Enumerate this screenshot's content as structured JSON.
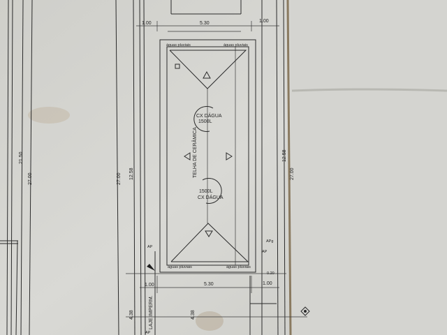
{
  "drawing": {
    "roof_label": "TELHA DE CERÂMICA",
    "rain_label": "águas pluviais",
    "tanks": [
      {
        "name": "CX DÁGUA",
        "capacity": "1500L"
      },
      {
        "name": "CX DÁGUA",
        "capacity": "1500L"
      }
    ],
    "slab_label": "LAJE IMPERM.",
    "dimensions": {
      "top": [
        "1.00",
        "5.30",
        "1.00"
      ],
      "bottom": [
        "1.00",
        "5.30",
        "1.00"
      ],
      "height_inner_left": "12.58",
      "height_inner_right": "12.58",
      "total_height": "27.00",
      "left_total": "27.00",
      "left_partial": "21.50",
      "right_total": "27.00",
      "lower_left": "4.38",
      "lower_mid": "4.38",
      "offset": "0.20"
    },
    "markers": {
      "ap": "AP",
      "apg": "APg"
    }
  },
  "colors": {
    "paper": "#d6d6d2",
    "ink": "#2a2a2a",
    "fold": "#8a7a60"
  }
}
